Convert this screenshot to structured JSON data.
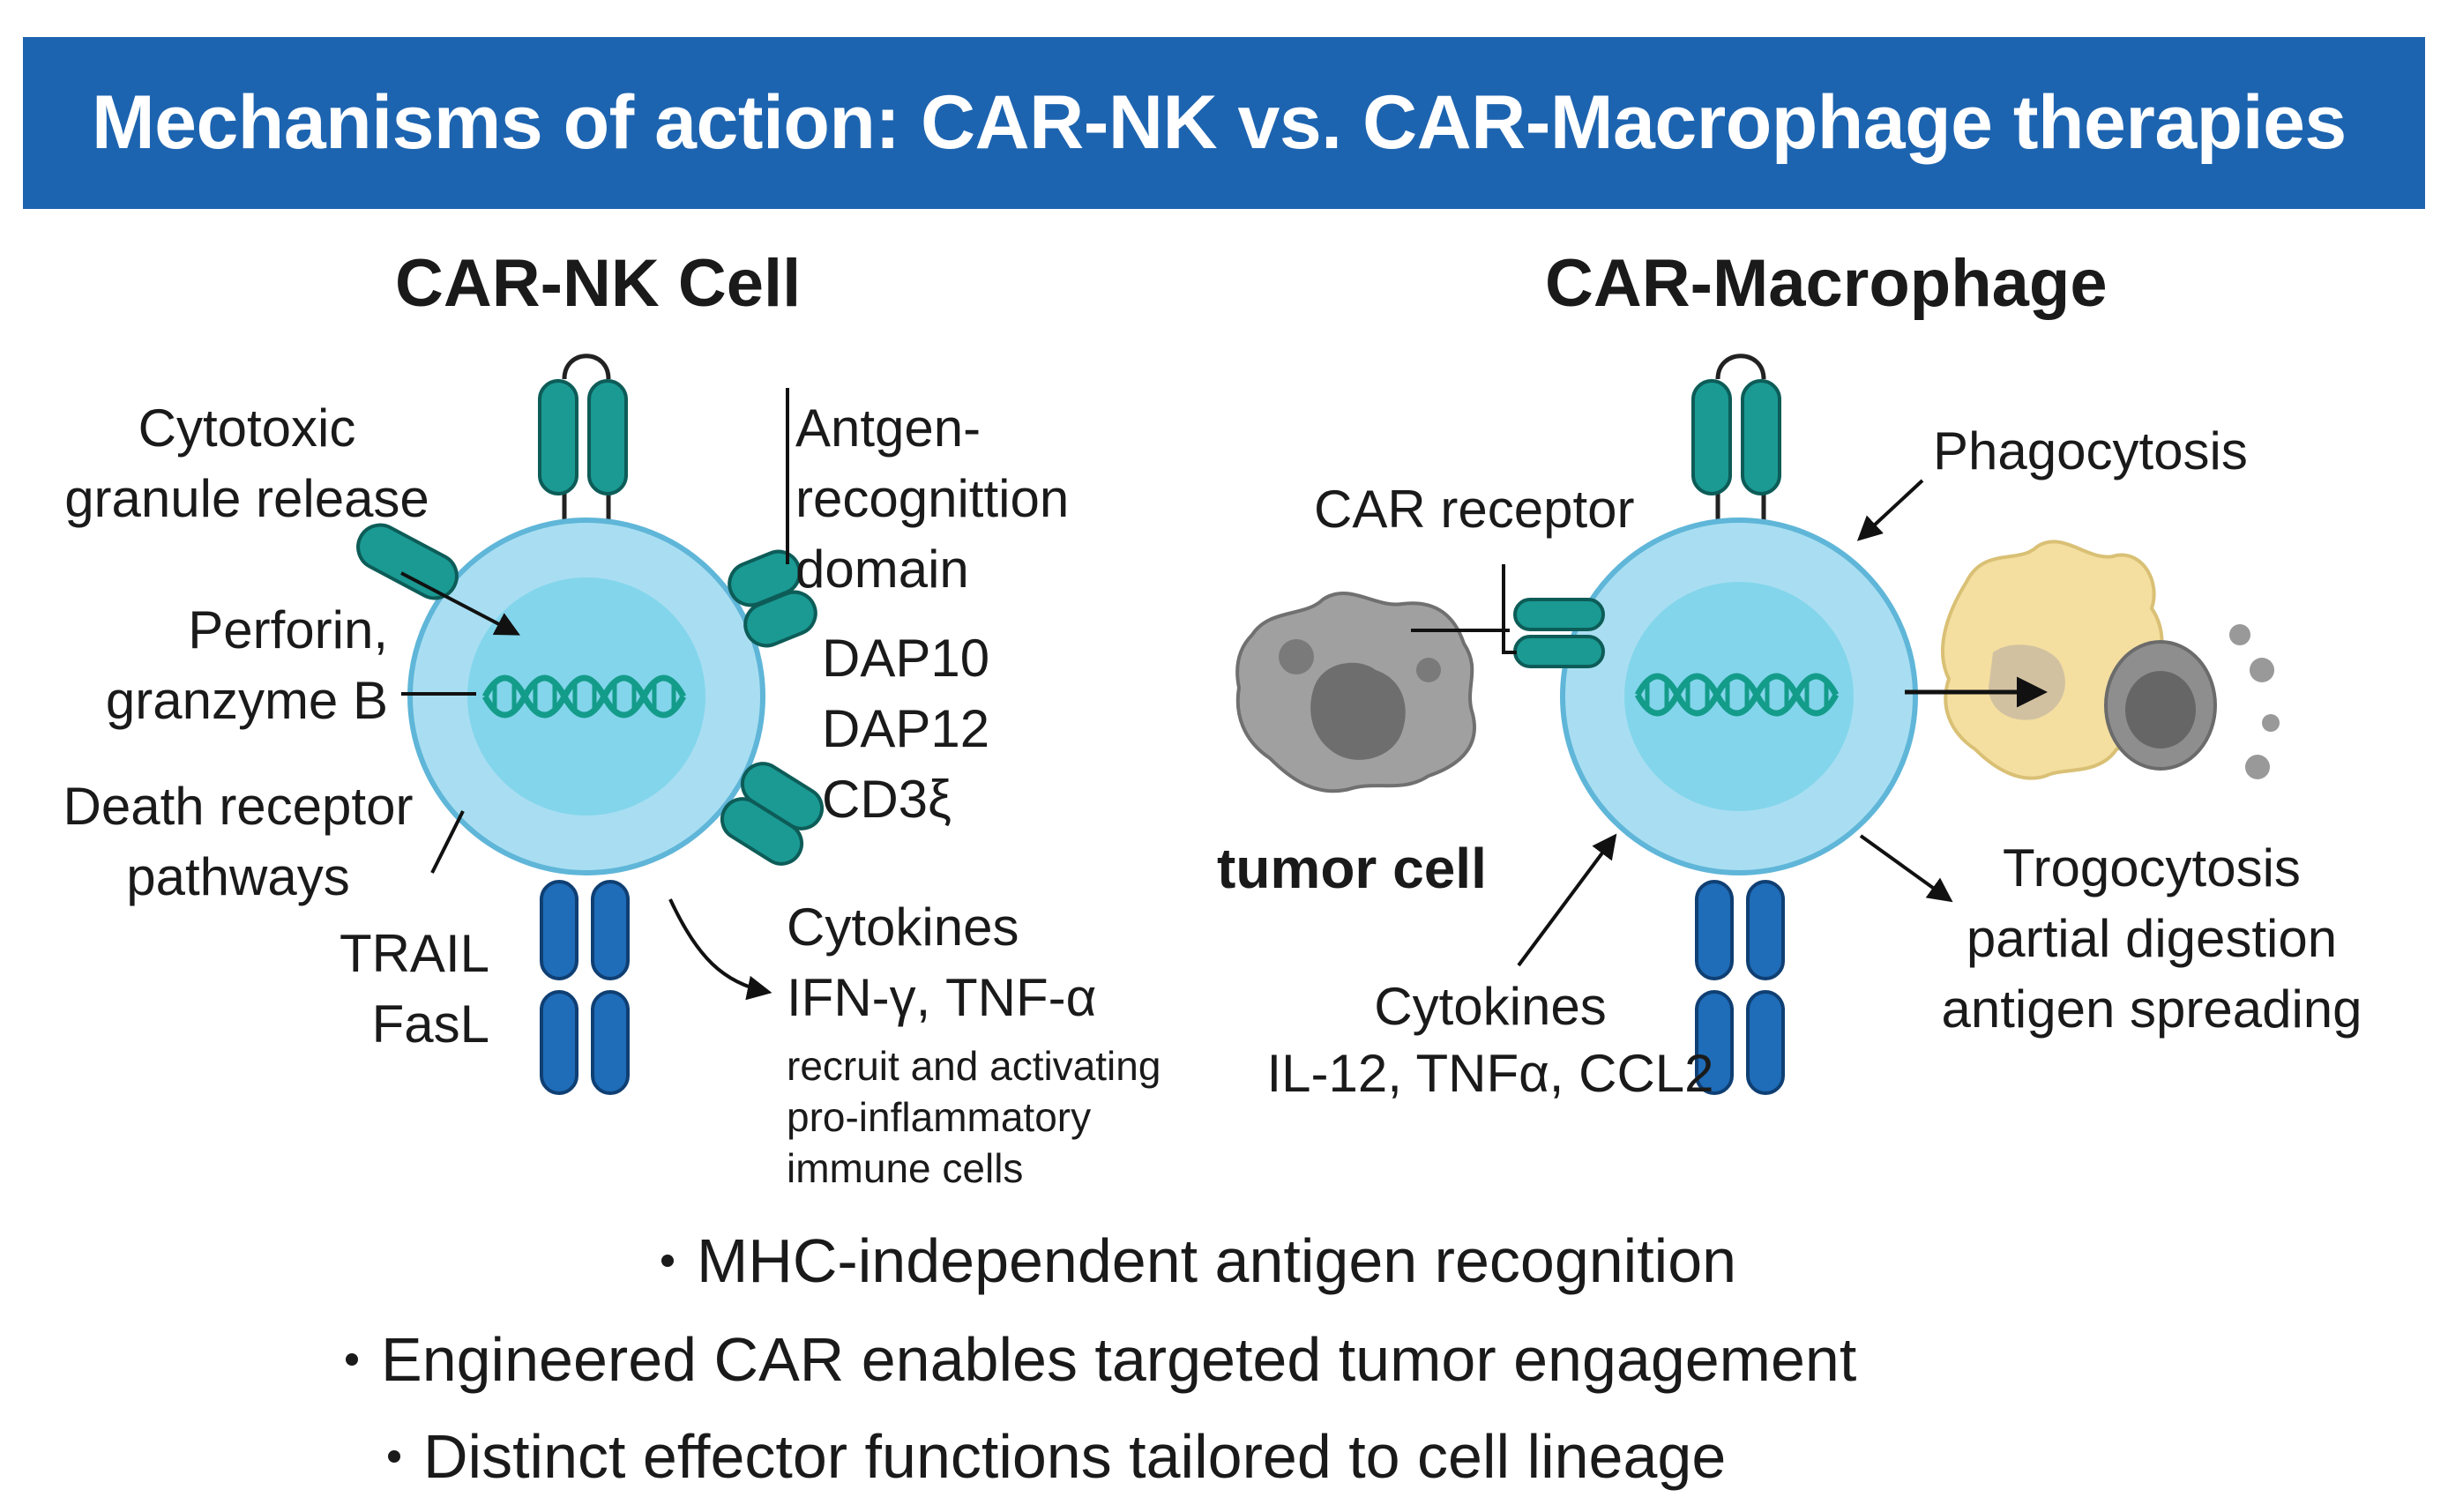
{
  "title": "Mechanisms of action: CAR-NK vs. CAR-Macrophage therapies",
  "colors": {
    "banner": "#1d64b0",
    "cell_membrane": "#a9def2",
    "cell_nucleus": "#7dd3ea",
    "receptor_teal": "#1a9a93",
    "receptor_blue": "#1f6cb8",
    "dna": "#149c8a",
    "tumor_gray": "#9a9a9a",
    "apc_yellow": "#f4dfa0"
  },
  "icons": [
    "dna-icon",
    "car-receptor-icon",
    "tumor-cell-icon",
    "phagocytosed-cell-icon"
  ],
  "nk_panel": {
    "title": "CAR-NK Cell",
    "cytotoxic": "Cytotoxic\ngranule release",
    "perforin": "Perforin,\ngranzyme B",
    "death_receptor": "Death receptor\npathways",
    "trail_fasl": "TRAIL\nFasL",
    "antigen_domain": "Antgen-\nrecognittion\ndomain",
    "signaling": "DAP10\nDAP12\nCD3ξ",
    "cytokines_heading": "Cytokines",
    "cytokines_list": "IFN-γ, TNF-α",
    "cytokines_note": "recruit and activating\npro-inflammatory\nimmune cells"
  },
  "mac_panel": {
    "title": "CAR-Macrophage",
    "car_receptor": "CAR receptor",
    "phagocytosis": "Phagocytosis",
    "tumor_cell": "tumor cell",
    "trogocytosis": "Trogocytosis\npartial digestion\nantigen spreading",
    "cytokines_heading": "Cytokines",
    "cytokines_list": "IL-12, TNFα, CCL2"
  },
  "bullets": [
    "MHC-independent antigen recognition",
    "Engineered CAR enables targeted tumor engagement",
    "Distinct effector functions tailored to cell lineage"
  ]
}
